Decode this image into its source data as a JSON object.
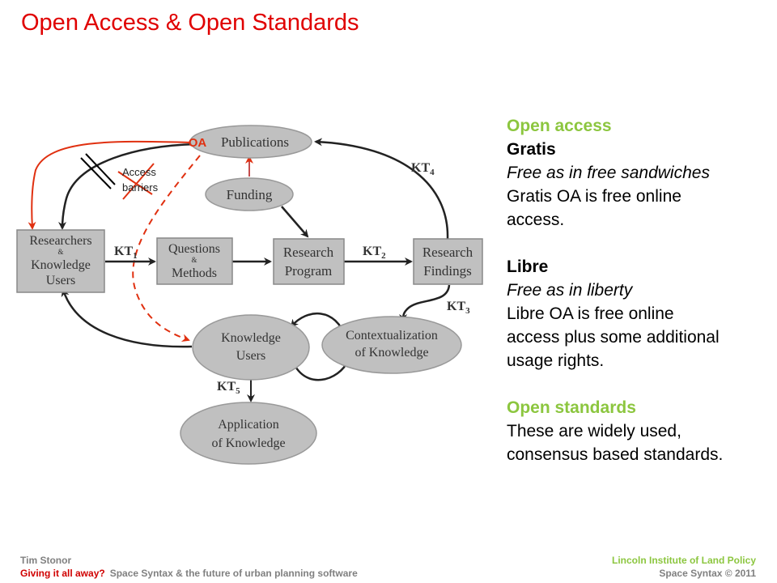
{
  "slide": {
    "title": "Open Access & Open Standards"
  },
  "diagram": {
    "nodes": {
      "oa_prefix": "OA",
      "publications": "Publications",
      "funding": "Funding",
      "researchers_line1": "Researchers",
      "researchers_amp": "&",
      "researchers_line2": "Knowledge",
      "researchers_line3": "Users",
      "questions_line1": "Questions",
      "questions_amp": "&",
      "questions_line2": "Methods",
      "program_line1": "Research",
      "program_line2": "Program",
      "findings_line1": "Research",
      "findings_line2": "Findings",
      "ku_line1": "Knowledge",
      "ku_line2": "Users",
      "context_line1": "Contextualization",
      "context_line2": "of Knowledge",
      "app_line1": "Application",
      "app_line2": "of Knowledge"
    },
    "labels": {
      "access_line1": "Access",
      "access_line2": "barriers",
      "kt": "KT",
      "kt1": "1",
      "kt2": "2",
      "kt3": "3",
      "kt4": "4",
      "kt5": "5"
    },
    "colors": {
      "node_fill": "#c0c0c0",
      "accent_red": "#e03010",
      "arrow": "#222222"
    }
  },
  "sidebar": {
    "heading1": "Open access",
    "gratis_title": "Gratis",
    "gratis_tagline": "Free as in free sandwiches",
    "gratis_desc_line1": "Gratis OA is free online",
    "gratis_desc_line2": "access.",
    "libre_title": "Libre",
    "libre_tagline": "Free as in liberty",
    "libre_desc_line1": "Libre OA is free online",
    "libre_desc_line2": "access plus some additional",
    "libre_desc_line3": "usage rights.",
    "heading2": "Open standards",
    "standards_line1": "These are widely used,",
    "standards_line2": "consensus based standards."
  },
  "footer": {
    "author": "Tim Stonor",
    "talk_title": "Giving it all away?",
    "subtitle": "Space Syntax & the future of urban planning software",
    "org": "Lincoln Institute of Land Policy",
    "copyright": "Space Syntax © 2011"
  }
}
